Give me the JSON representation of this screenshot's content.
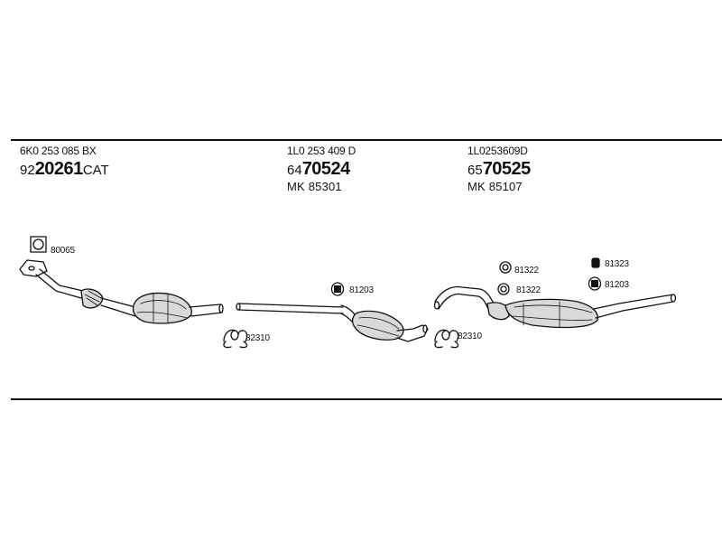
{
  "sections": [
    {
      "oe_number": "6K0 253 085 BX",
      "part_prefix": "92",
      "part_main": "20261",
      "part_suffix": "CAT",
      "mk": ""
    },
    {
      "oe_number": "1L0 253 409 D",
      "part_prefix": "64",
      "part_main": "70524",
      "part_suffix": "",
      "mk": "MK  85301"
    },
    {
      "oe_number": "1L0253609D",
      "part_prefix": "65",
      "part_main": "70525",
      "part_suffix": "",
      "mk": "MK  85107"
    }
  ],
  "accessories": {
    "gasket_flange": "80065",
    "clamp_left": "82310",
    "hanger_mid": "81203",
    "clamp_right": "82310",
    "ring_1": "81322",
    "ring_2": "81322",
    "rubber_mount": "81323",
    "hanger_right": "81203"
  },
  "colors": {
    "line": "#111111",
    "fill_light": "#d9d9d9",
    "fill_mid": "#b5b5b5"
  }
}
